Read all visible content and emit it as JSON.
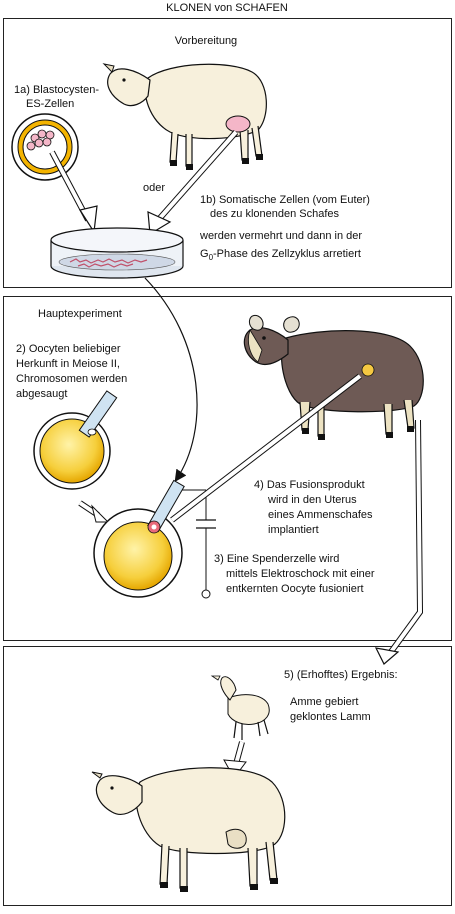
{
  "title": "KLONEN von SCHAFEN",
  "panels": {
    "top": {
      "header": "Vorbereitung",
      "step_1a_line1": "1a) Blastocysten-",
      "step_1a_line2": "ES-Zellen",
      "oder": "oder",
      "step_1b_line1": "1b) Somatische Zellen (vom Euter)",
      "step_1b_line2": "des zu klonenden Schafes",
      "note_line1": "werden vermehrt und dann in der",
      "note_line2_prefix": "G",
      "note_line2_sub": "0",
      "note_line2_suffix": "-Phase des Zellzyklus arretiert"
    },
    "middle": {
      "header": "Hauptexperiment",
      "step_2_line1": "2) Oocyten beliebiger",
      "step_2_line2": "Herkunft in Meiose II,",
      "step_2_line3": "Chromosomen werden",
      "step_2_line4": "abgesaugt",
      "step_4_line1": "4) Das Fusionsprodukt",
      "step_4_line2": "wird  in den Uterus",
      "step_4_line3": "eines  Ammenschafes",
      "step_4_line4": "implantiert",
      "step_3_line1": "3) Eine Spenderzelle wird",
      "step_3_line2": "mittels Elektroschock mit einer",
      "step_3_line3": "entkernten Oocyte fusioniert"
    },
    "bottom": {
      "step_5": "5) (Erhofftes) Ergebnis:",
      "result_line1": "Amme gebiert",
      "result_line2": "geklontes Lamm"
    }
  },
  "colors": {
    "panel_border": "#222222",
    "sheep_wool": "#f7f0dc",
    "sheep_face_shade": "#e9dfc4",
    "udder": "#f4b6c8",
    "ammen_sheep_body": "#6e5a55",
    "ammen_sheep_legs": "#ece2c2",
    "egg_yolk": "#f5c842",
    "egg_ring": "#e8a000",
    "dish_liquid": "#cfd8e6",
    "pipette": "#cfe3f2",
    "donor_cell": "#e86a7a"
  }
}
